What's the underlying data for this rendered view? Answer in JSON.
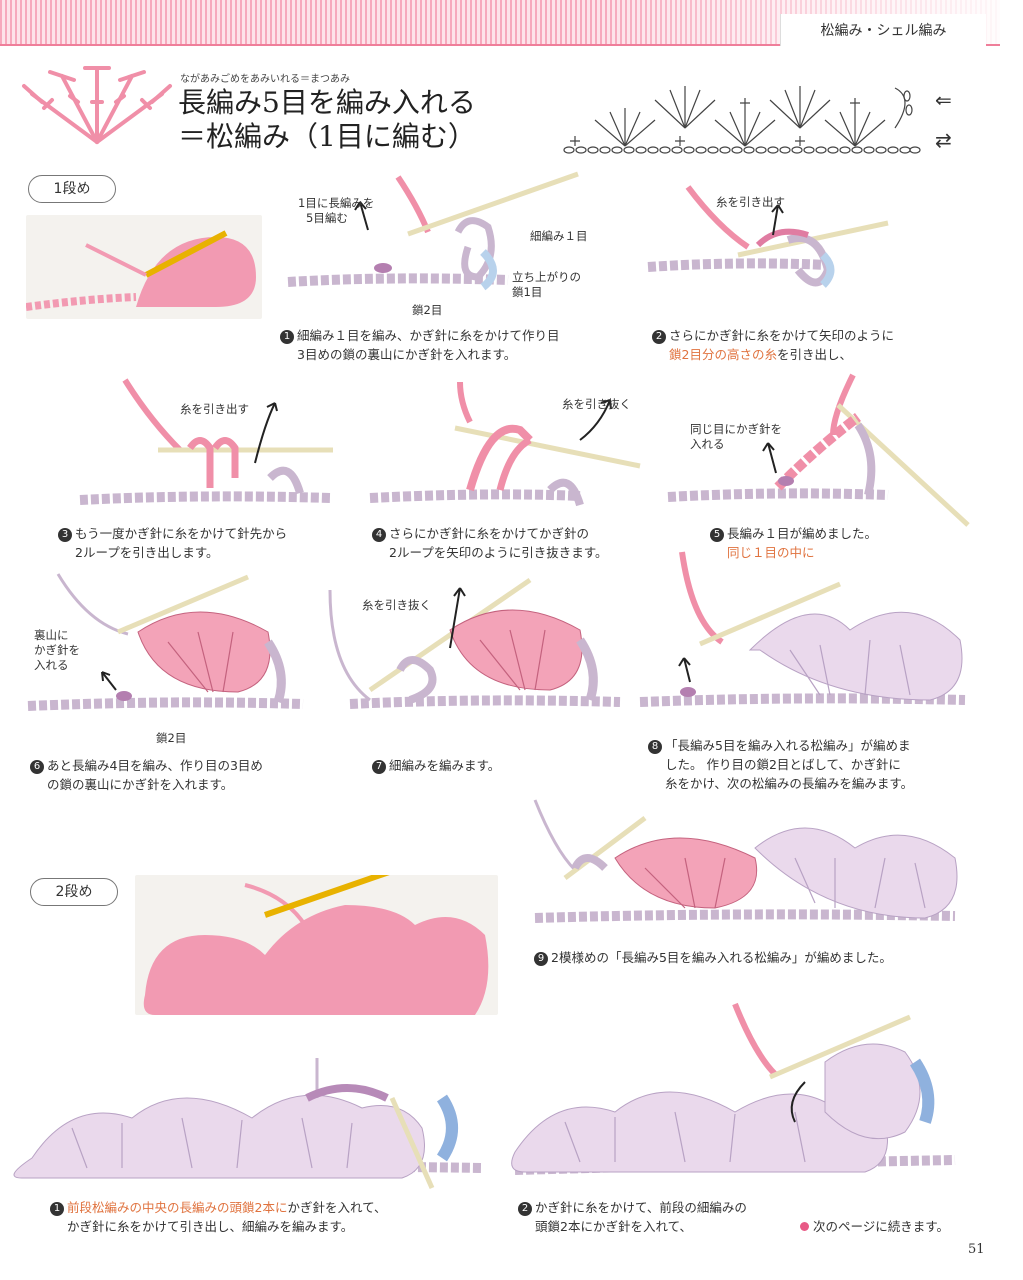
{
  "header": {
    "section": "松編み・シェル編み"
  },
  "title": {
    "ruby": "ながあみごめをあみいれる＝まつあみ",
    "line1": "長編み5目を編み入れる",
    "line2": "＝松編み（1目に編む）"
  },
  "chart_arrows": {
    "top": "⇐",
    "bottom": "⇄"
  },
  "row1": {
    "label": "1段め"
  },
  "row2": {
    "label": "2段め"
  },
  "steps": [
    {
      "num": "1",
      "lines": [
        "細編み１目を編み、かぎ針に糸をかけて作り目",
        "3目めの鎖の裏山にかぎ針を入れます。"
      ]
    },
    {
      "num": "2",
      "l1": "さらにかぎ針に糸をかけて矢印のように",
      "l2_hl": "鎖2目分の高さの糸",
      "l2_rest": "を引き出し、"
    },
    {
      "num": "3",
      "lines": [
        "もう一度かぎ針に糸をかけて針先から",
        "2ループを引き出します。"
      ]
    },
    {
      "num": "4",
      "lines": [
        "さらにかぎ針に糸をかけてかぎ針の",
        "2ループを矢印のように引き抜きます。"
      ]
    },
    {
      "num": "5",
      "l1": "長編み１目が編めました。",
      "l2_hl": "同じ１目の中に"
    },
    {
      "num": "6",
      "lines": [
        "あと長編み4目を編み、作り目の3目め",
        "の鎖の裏山にかぎ針を入れます。"
      ]
    },
    {
      "num": "7",
      "lines": [
        "細編みを編みます。"
      ]
    },
    {
      "num": "8",
      "lines": [
        "「長編み5目を編み入れる松編み」が編めま",
        "した。 作り目の鎖2目とばして、かぎ針に",
        "糸をかけ、次の松編みの長編みを編みます。"
      ]
    },
    {
      "num": "9",
      "lines": [
        "2模様めの「長編み5目を編み入れる松編み」が編めました。"
      ]
    },
    {
      "num": "1",
      "l1_hl": "前段松編みの中央の長編みの頭鎖2本に",
      "l1_rest": "かぎ針を入れて、",
      "l2": "かぎ針に糸をかけて引き出し、細編みを編みます。"
    },
    {
      "num": "2",
      "lines": [
        "かぎ針に糸をかけて、前段の細編みの",
        "頭鎖2本にかぎ針を入れて、"
      ]
    }
  ],
  "labels": {
    "s1_a": "1目に長編みを",
    "s1_b": "5目編む",
    "s1_c": "細編み１目",
    "s1_d": "立ち上がりの",
    "s1_e": "鎖1目",
    "s1_f": "鎖2目",
    "s2_a": "糸を引き出す",
    "s3_a": "糸を引き出す",
    "s4_a": "糸を引き抜く",
    "s5_a": "同じ目にかぎ針を",
    "s5_b": "入れる",
    "s6_a": "裏山に",
    "s6_b": "かぎ針を",
    "s6_c": "入れる",
    "s6_d": "鎖2目",
    "s7_a": "糸を引き抜く"
  },
  "footer": {
    "continue": "次のページに続きます。",
    "page": "51"
  },
  "colors": {
    "pink": "#f08fa8",
    "light_pink": "#f3c9d6",
    "lavender": "#dcc8e3",
    "gray_chain": "#c9b6cf",
    "accent_orange": "#e0733f",
    "bullet_pink": "#e85a86"
  }
}
